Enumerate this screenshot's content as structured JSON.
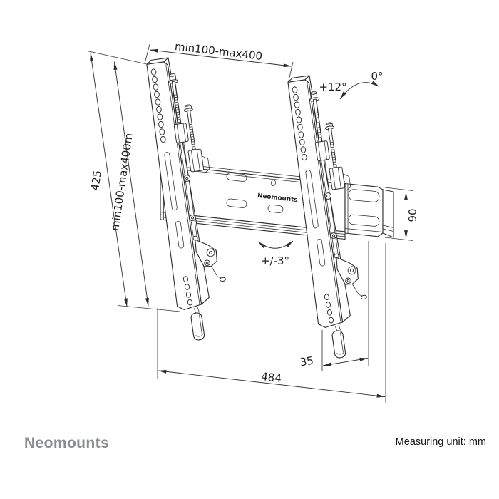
{
  "product": {
    "brand_on_plate": "Neomounts"
  },
  "dimensions": {
    "top_width": "min100-max400",
    "left_height": "425",
    "left_vesa_range": "min100-max400m",
    "bottom_width": "484",
    "bottom_offset": "35",
    "side_depth": "90",
    "tilt_max": "+12°",
    "tilt_zero": "0°",
    "swivel": "+/-3°"
  },
  "footer": {
    "brand": "Neomounts",
    "measuring_unit": "Measuring unit: mm"
  },
  "colors": {
    "background": "#ffffff",
    "line": "#2b2b2b",
    "dimension": "#333333",
    "footer_brand": "#8a8d90",
    "footer_text": "#141414"
  }
}
